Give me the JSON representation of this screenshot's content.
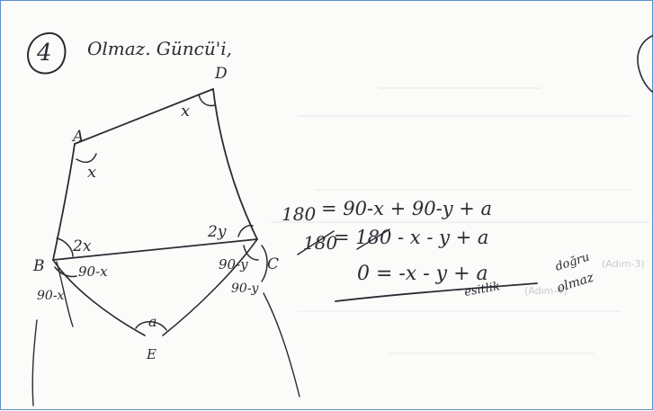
{
  "document": {
    "question_number": "4",
    "header_text": "Olmaz. Güncü'i,",
    "vertices": {
      "a": "A",
      "b": "B",
      "c": "C",
      "d": "D",
      "e": "E"
    },
    "angle_labels": {
      "angle_a": "x",
      "angle_d": "x",
      "angle_b_inner": "2x",
      "angle_c_inner": "2y",
      "angle_b_lower": "90-x",
      "angle_c_lower": "90-y",
      "angle_b_outer": "90-x",
      "angle_c_outer": "90-y",
      "angle_e": "a"
    },
    "equations": {
      "line1_lhs": "180",
      "line1_rhs": "= 90-x + 90-y + a",
      "line2_lhs": "180",
      "line2_rhs": "= 180 - x - y + a",
      "line3": "0 = -x - y + a"
    },
    "notes": {
      "note_left": "esitlik",
      "note_right_top": "doğru",
      "note_right_bottom": "olmaz"
    },
    "bleed_through": {
      "row1": "(Adım-3)",
      "row2": "(Adım-4)"
    }
  }
}
